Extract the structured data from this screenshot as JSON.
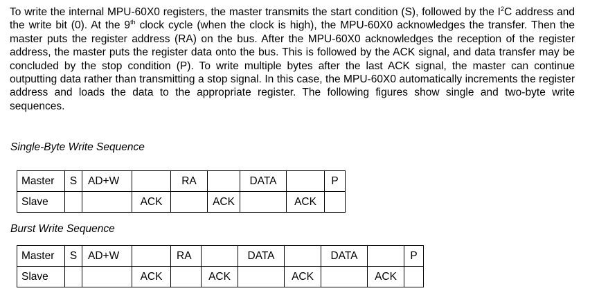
{
  "paragraph": {
    "part1": "To write the internal MPU-60X0 registers, the master transmits the start condition (S), followed by the I",
    "sup1": "2",
    "part2": "C address and the write bit (0). At the 9",
    "sup2": "th",
    "part3": " clock cycle (when the clock is high), the MPU-60X0 acknowledges the transfer. Then the master puts the register address (RA) on the bus. After the MPU-60X0 acknowledges the reception of the register address, the master puts the register data onto the bus.  This is followed by the ACK signal, and data transfer may be concluded by the stop condition (P). To write multiple bytes after the last ACK signal, the master can continue outputting data rather than transmitting a stop signal. In this case, the MPU-60X0 automatically increments the register address and loads the data to the appropriate register. The following figures show single and two-byte write sequences."
  },
  "single_write": {
    "heading": "Single-Byte Write Sequence",
    "master": {
      "label": "Master",
      "cells": [
        "S",
        "AD+W",
        "",
        "RA",
        "",
        "DATA",
        "",
        "P"
      ]
    },
    "slave": {
      "label": "Slave",
      "cells": [
        "",
        "",
        "ACK",
        "",
        "ACK",
        "",
        "ACK",
        ""
      ]
    }
  },
  "burst_write": {
    "heading": "Burst Write Sequence",
    "master": {
      "label": "Master",
      "cells": [
        "S",
        "AD+W",
        "",
        "RA",
        "",
        "DATA",
        "",
        "DATA",
        "",
        "P"
      ]
    },
    "slave": {
      "label": "Slave",
      "cells": [
        "",
        "",
        "ACK",
        "",
        "ACK",
        "",
        "ACK",
        "",
        "ACK",
        ""
      ]
    }
  }
}
